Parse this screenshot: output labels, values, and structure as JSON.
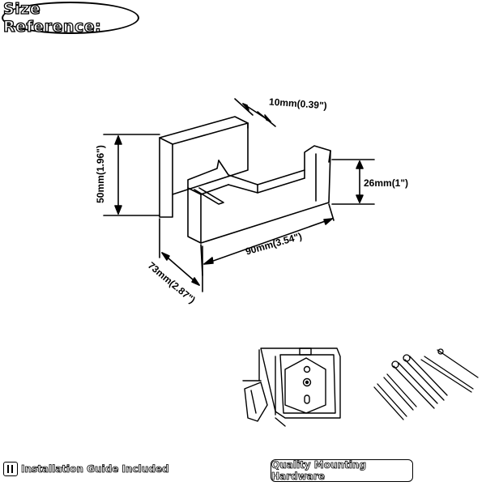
{
  "header": {
    "title": "Size Reference:"
  },
  "dimensions": {
    "thickness": "10mm(0.39\")",
    "height": "50mm(1.96\")",
    "hook_height": "26mm(1\")",
    "length": "90mm(3.54\")",
    "depth": "73mm(2.87\")"
  },
  "footer": {
    "installation_label": "Installation Guide Included",
    "hardware_label": "Quality Mounting Hardware"
  },
  "icons": {
    "installation": "tools-icon"
  }
}
